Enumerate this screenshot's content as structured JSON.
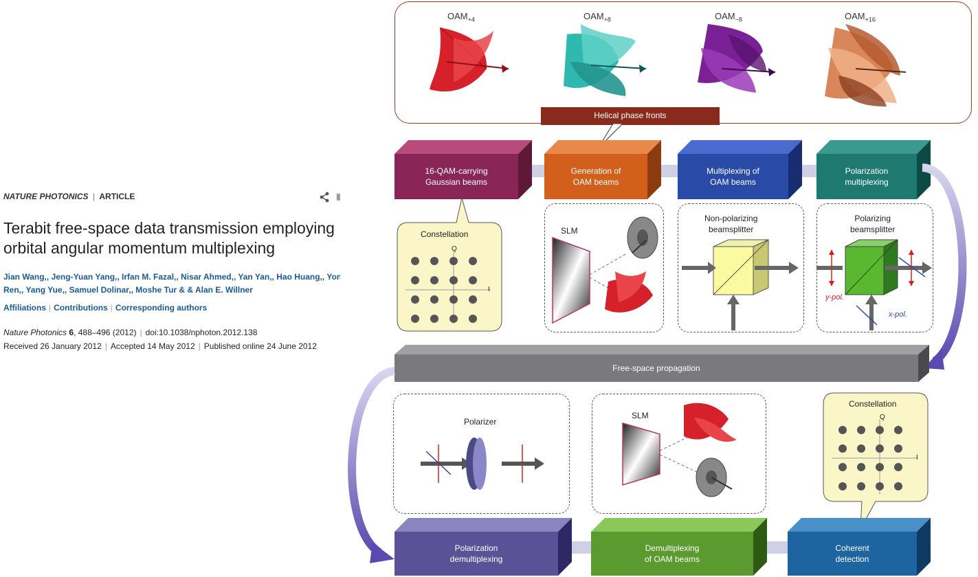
{
  "article": {
    "journal": "NATURE PHOTONICS",
    "separator": "|",
    "article_type": "ARTICLE",
    "title_line1": "Terabit free-space data transmission employing",
    "title_line2": "orbital angular momentum multiplexing",
    "authors_line1": "Jian Wang,, Jeng-Yuan Yang,, Irfan M. Fazal,, Nisar Ahmed,, Yan Yan,, Hao Huang,, Yong:",
    "authors_line2": "Ren,, Yang Yue,, Samuel Dolinar,, Moshe Tur & & Alan E. Willner",
    "links": [
      "Affiliations",
      "Contributions",
      "Corresponding authors"
    ],
    "citation": {
      "journal": "Nature Photonics",
      "volume": "6",
      "pages_year": ", 488–496 (2012)",
      "doi": "doi:10.1038/nphoton.2012.138"
    },
    "dates": [
      "Received 26 January 2012",
      "Accepted 14 May 2012",
      "Published online 24 June 2012"
    ]
  },
  "figure": {
    "oam_modes": [
      {
        "base": "OAM",
        "sub": "+4",
        "color": "#d6202a"
      },
      {
        "base": "OAM",
        "sub": "+8",
        "color": "#2fb8b0"
      },
      {
        "base": "OAM",
        "sub": "−8",
        "color": "#7b2196"
      },
      {
        "base": "OAM",
        "sub": "+16",
        "color": "#d9875a"
      }
    ],
    "helical_label": "Helical phase fronts",
    "top_blocks": [
      {
        "l1": "16-QAM-carrying",
        "l2": "Gaussian beams",
        "color": "#8a2558"
      },
      {
        "l1": "Generation of",
        "l2": "OAM beams",
        "color": "#d2601c"
      },
      {
        "l1": "Multiplexing of",
        "l2": "OAM beams",
        "color": "#2a4aa8"
      },
      {
        "l1": "Polarization",
        "l2": "multiplexing",
        "color": "#1e7a70"
      }
    ],
    "propagation_label": "Free-space propagation",
    "bottom_blocks": [
      {
        "l1": "Polarization",
        "l2": "demultiplexing",
        "color": "#5a5296"
      },
      {
        "l1": "Demultiplexing",
        "l2": "of OAM beams",
        "color": "#5a9a2e"
      },
      {
        "l1": "Coherent",
        "l2": "detection",
        "color": "#1e64a0"
      }
    ],
    "constellation_label": "Constellation",
    "axis_q": "Q",
    "axis_i": "I",
    "slm_label": "SLM",
    "nonpol_l1": "Non-polarizing",
    "nonpol_l2": "beamsplitter",
    "pol_l1": "Polarizing",
    "pol_l2": "beamsplitter",
    "ypol": "y-pol.",
    "xpol": "x-pol.",
    "polarizer_label": "Polarizer",
    "colors": {
      "frame": "#9c3a28",
      "banner": "#8a2a1c",
      "callout": "#fbf6c8",
      "propagation": "#7a7a7e"
    }
  }
}
